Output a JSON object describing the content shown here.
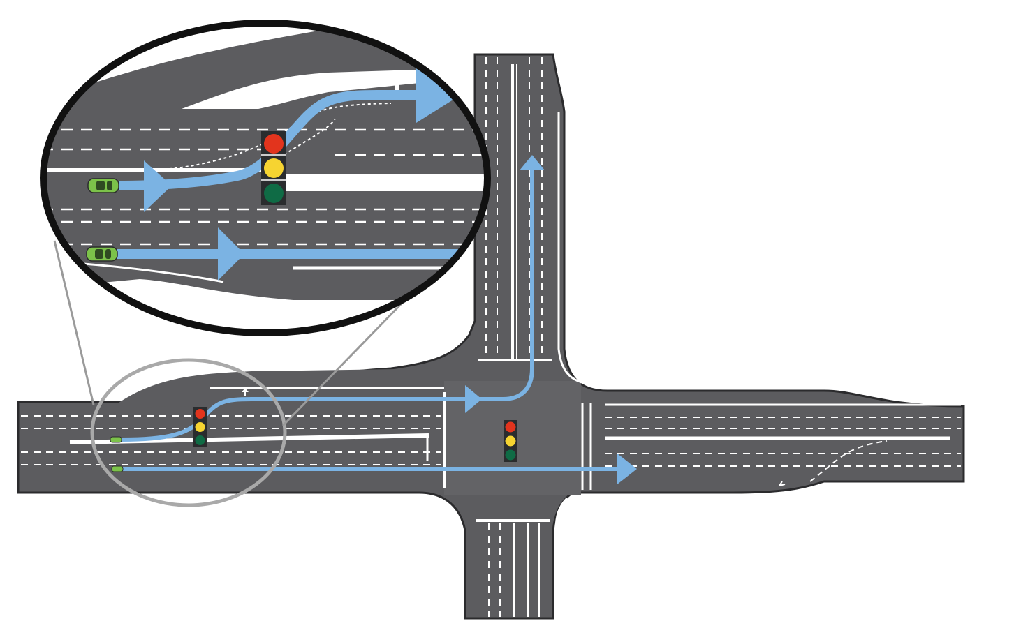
{
  "colors": {
    "background": "#ffffff",
    "road_fill": "#5c5c5f",
    "road_edge": "#2b2b2d",
    "lane_marking": "#ffffff",
    "route_arrow": "#7bb3e3",
    "car": "#7cc24a",
    "signal_housing": "#2a2c2e",
    "signal_red": "#e2341d",
    "signal_yellow": "#f6d431",
    "signal_green": "#0f6b45",
    "magnifier_ring": "#111111",
    "focus_ring": "#a9a9a9"
  },
  "icons": {
    "vehicle": "car-icon",
    "signal": "traffic-light-icon",
    "lane_arrow": "lane-arrow-icon"
  },
  "diagram": {
    "cars": [
      "left-turn-lane-car",
      "through-lane-car"
    ],
    "signals": [
      "staging-signal",
      "main-intersection-signal"
    ],
    "routes": [
      "left-turn-route",
      "through-route"
    ]
  }
}
